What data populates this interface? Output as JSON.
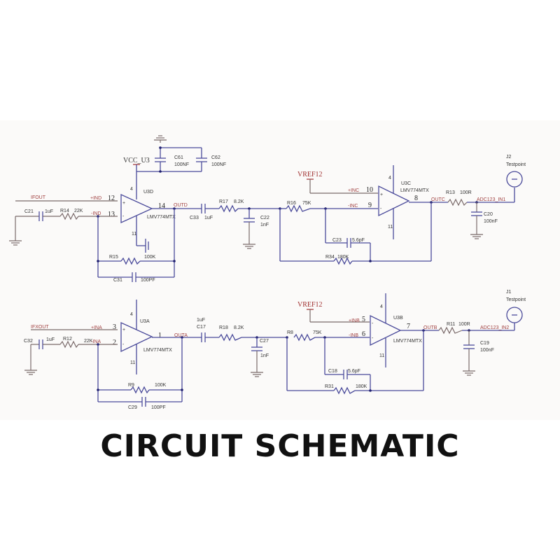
{
  "title": "CIRCUIT SCHEMATIC",
  "colors": {
    "wire": "#4a4a9a",
    "net_label": "#a04040",
    "power_label": "#a03030",
    "text": "#333333",
    "title": "#111111"
  },
  "stage_d": {
    "input_net": "IFOUT",
    "plus_net": "+IND",
    "minus_net": "-IND",
    "pin_plus": "12",
    "pin_minus": "13",
    "pin_out": "14",
    "pin_vcc": "4",
    "pin_gnd": "11",
    "ref": "U3D",
    "part": "LMV774MTX",
    "out_net": "OUTD",
    "supply": "VCC_U3",
    "C61": {
      "ref": "C61",
      "value": "100NF"
    },
    "C62": {
      "ref": "C62",
      "value": "100NF"
    },
    "C21": {
      "ref": "C21",
      "value": "1uF"
    },
    "R14": {
      "ref": "R14",
      "value": "22K"
    },
    "R15": {
      "ref": "R15",
      "value": "100K"
    },
    "C31": {
      "ref": "C31",
      "value": "100PF"
    }
  },
  "filter_1": {
    "C33": {
      "ref": "C33",
      "value": "1uF"
    },
    "R17": {
      "ref": "R17",
      "value": "8.2K"
    },
    "C22": {
      "ref": "C22",
      "value": "1nF"
    }
  },
  "stage_c": {
    "vref": "VREF12",
    "plus_net": "+INC",
    "minus_net": "-INC",
    "pin_plus": "10",
    "pin_minus": "9",
    "pin_out": "8",
    "pin_vcc": "4",
    "pin_gnd": "11",
    "ref": "U3C",
    "part": "LMV774MTX",
    "out_net": "OUTC",
    "R16": {
      "ref": "R16",
      "value": "75K"
    },
    "C23": {
      "ref": "C23",
      "value": "5.6pF"
    },
    "R34": {
      "ref": "R34",
      "value": "180K"
    },
    "R13": {
      "ref": "R13",
      "value": "100R"
    },
    "C20": {
      "ref": "C20",
      "value": "100nF"
    },
    "adc_net": "ADC123_IN1",
    "testpoint": {
      "ref": "J2",
      "label": "Testpoint"
    }
  },
  "stage_a": {
    "input_net": "IFXOUT",
    "plus_net": "+INA",
    "minus_net": "-INA",
    "pin_plus": "3",
    "pin_minus": "2",
    "pin_out": "1",
    "pin_vcc": "4",
    "pin_gnd": "11",
    "ref": "U3A",
    "part": "LMV774MTX",
    "out_net": "OUTA",
    "C32": {
      "ref": "C32",
      "value": "1uF"
    },
    "R12": {
      "ref": "R12",
      "value": "22K"
    },
    "R9": {
      "ref": "R9",
      "value": "100K"
    },
    "C29": {
      "ref": "C29",
      "value": "100PF"
    }
  },
  "filter_2": {
    "C17": {
      "ref": "C17",
      "value": "1uF"
    },
    "R18": {
      "ref": "R18",
      "value": "8.2K"
    },
    "C27": {
      "ref": "C27",
      "value": "1nF"
    }
  },
  "stage_b": {
    "vref": "VREF12",
    "plus_net": "+INB",
    "minus_net": "-INB",
    "pin_plus": "5",
    "pin_minus": "6",
    "pin_out": "7",
    "pin_vcc": "4",
    "pin_gnd": "11",
    "ref": "U3B",
    "part": "LMV774MTX",
    "out_net": "OUTB",
    "R8": {
      "ref": "R8",
      "value": "75K"
    },
    "C18": {
      "ref": "C18",
      "value": "5.6pF"
    },
    "R31": {
      "ref": "R31",
      "value": "180K"
    },
    "R11": {
      "ref": "R11",
      "value": "100R"
    },
    "C19": {
      "ref": "C19",
      "value": "100nF"
    },
    "adc_net": "ADC123_IN2",
    "testpoint": {
      "ref": "J1",
      "label": "Testpoint"
    }
  }
}
